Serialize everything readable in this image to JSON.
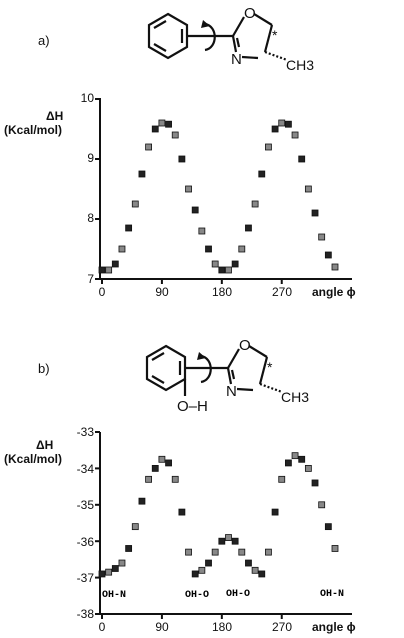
{
  "chart_data": [
    {
      "type": "scatter",
      "panel_label": "a)",
      "ylabel_line1": "ΔH",
      "ylabel_line2": "(Kcal/mol)",
      "xlabel": "angle ϕ",
      "xlim": [
        0,
        350
      ],
      "ylim": [
        7,
        10
      ],
      "xticks": [
        0,
        90,
        180,
        270
      ],
      "yticks": [
        7,
        8,
        9,
        10
      ],
      "molecule": {
        "ch3": "CH3",
        "ring_o": "O",
        "ring_n": "N",
        "star": "*"
      },
      "series": [
        {
          "x": [
            0,
            10,
            20,
            30,
            40,
            50,
            60,
            70,
            80,
            90,
            100,
            110,
            120,
            130,
            140,
            150,
            160,
            170,
            180,
            190,
            200,
            210,
            220,
            230,
            240,
            250,
            260,
            270,
            280,
            290,
            300,
            310,
            320,
            330,
            340,
            350
          ],
          "y": [
            7.15,
            7.15,
            7.25,
            7.5,
            7.85,
            8.25,
            8.75,
            9.2,
            9.5,
            9.6,
            9.58,
            9.4,
            9.0,
            8.5,
            8.15,
            7.8,
            7.5,
            7.25,
            7.15,
            7.15,
            7.25,
            7.5,
            7.85,
            8.25,
            8.75,
            9.2,
            9.5,
            9.6,
            9.58,
            9.4,
            9.0,
            8.5,
            8.1,
            7.7,
            7.4,
            7.2
          ]
        }
      ],
      "annotations": []
    },
    {
      "type": "scatter",
      "panel_label": "b)",
      "ylabel_line1": "ΔH",
      "ylabel_line2": "(Kcal/mol)",
      "xlabel": "angle ϕ",
      "xlim": [
        0,
        350
      ],
      "ylim": [
        -38,
        -33
      ],
      "xticks": [
        0,
        90,
        180,
        270
      ],
      "yticks": [
        -33,
        -34,
        -35,
        -36,
        -37,
        -38
      ],
      "molecule": {
        "ch3": "CH3",
        "ring_o": "O",
        "ring_n": "N",
        "star": "*",
        "oh": "O–H"
      },
      "series": [
        {
          "x": [
            0,
            10,
            20,
            30,
            40,
            50,
            60,
            70,
            80,
            90,
            100,
            110,
            120,
            130,
            140,
            150,
            160,
            170,
            180,
            190,
            200,
            210,
            220,
            230,
            240,
            250,
            260,
            270,
            280,
            290,
            300,
            310,
            320,
            330,
            340,
            350
          ],
          "y": [
            -36.9,
            -36.85,
            -36.75,
            -36.6,
            -36.2,
            -35.6,
            -34.9,
            -34.3,
            -34.0,
            -33.75,
            -33.85,
            -34.3,
            -35.2,
            -36.3,
            -36.9,
            -36.8,
            -36.6,
            -36.3,
            -36.0,
            -35.9,
            -36.0,
            -36.3,
            -36.6,
            -36.8,
            -36.9,
            -36.3,
            -35.2,
            -34.3,
            -33.85,
            -33.65,
            -33.75,
            -34.0,
            -34.4,
            -35.0,
            -35.6,
            -36.2
          ]
        }
      ],
      "annotations": [
        {
          "text": "OH-N",
          "x": 0
        },
        {
          "text": "OH-O",
          "x": 140
        },
        {
          "text": "OH-O",
          "x": 220
        },
        {
          "text": "OH-N",
          "x": 340
        }
      ]
    }
  ]
}
